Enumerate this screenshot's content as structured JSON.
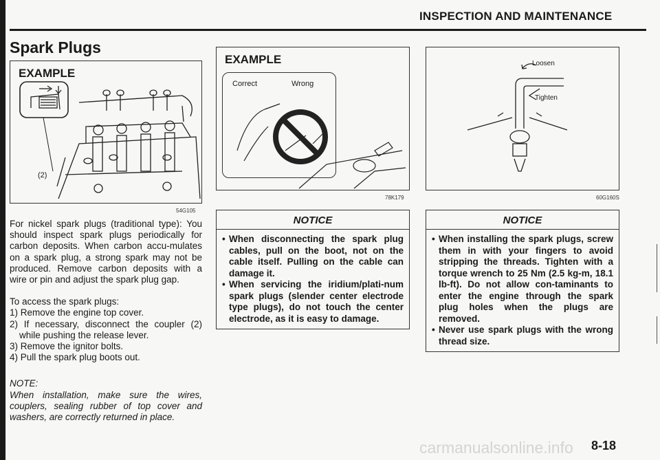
{
  "header": {
    "title": "INSPECTION AND MAINTENANCE"
  },
  "section": {
    "title": "Spark Plugs"
  },
  "figure1": {
    "label": "EXAMPLE",
    "callout": "(2)",
    "code": "54G105"
  },
  "figure2": {
    "label": "EXAMPLE",
    "correct": "Correct",
    "wrong": "Wrong",
    "code": "78K179"
  },
  "figure3": {
    "loosen": "Loosen",
    "tighten": "Tighten",
    "code": "60G160S"
  },
  "body": {
    "para1": "For nickel spark plugs (traditional type): You should inspect spark plugs periodically for carbon deposits. When carbon accu-mulates on a spark plug, a strong spark may not be produced. Remove carbon deposits with a wire or pin and adjust the spark plug gap.",
    "intro": "To access the spark plugs:",
    "steps": [
      "1) Remove the engine top cover.",
      "2) If necessary, disconnect the coupler (2) while pushing the release lever.",
      "3) Remove the ignitor bolts.",
      "4) Pull the spark plug boots out."
    ],
    "note_label": "NOTE:",
    "note_text": "When installation, make sure the wires, couplers, sealing rubber of top cover and washers, are correctly returned in place."
  },
  "notice1": {
    "title": "NOTICE",
    "items": [
      "When disconnecting the spark plug cables, pull on the boot, not on the cable itself. Pulling on the cable can damage it.",
      "When servicing the iridium/plati-num spark plugs (slender center electrode type plugs), do not touch the center electrode, as it is easy to damage."
    ]
  },
  "notice2": {
    "title": "NOTICE",
    "items": [
      "When installing the spark plugs, screw them in with your fingers to avoid stripping the threads. Tighten with a torque wrench to 25 Nm (2.5 kg-m, 18.1 lb-ft). Do not allow con-taminants to enter the engine through the spark plug holes when the plugs are removed.",
      "Never use spark plugs with the wrong thread size."
    ]
  },
  "page_number": "8-18",
  "watermark": "carmanualsonline.info"
}
